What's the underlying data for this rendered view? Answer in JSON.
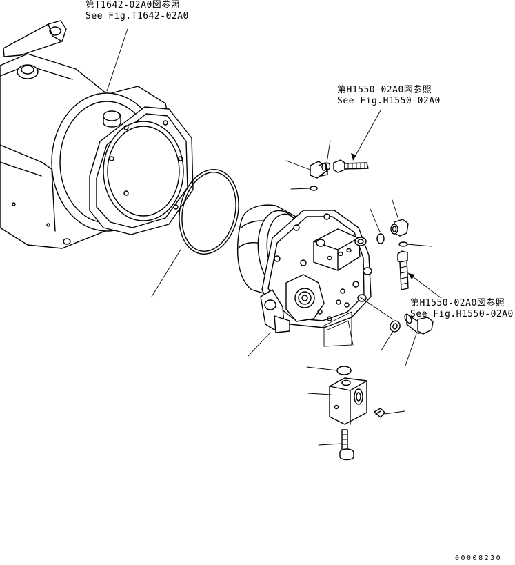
{
  "references": [
    {
      "jp": "第T1642-02A0図参照",
      "en": "See Fig.T1642-02A0"
    },
    {
      "jp": "第H1550-02A0図参照",
      "en": "See Fig.H1550-02A0"
    },
    {
      "jp": "第H1550-02A0図参照",
      "en": "See Fig.H1550-02A0"
    }
  ],
  "drawing_number": "00008230"
}
